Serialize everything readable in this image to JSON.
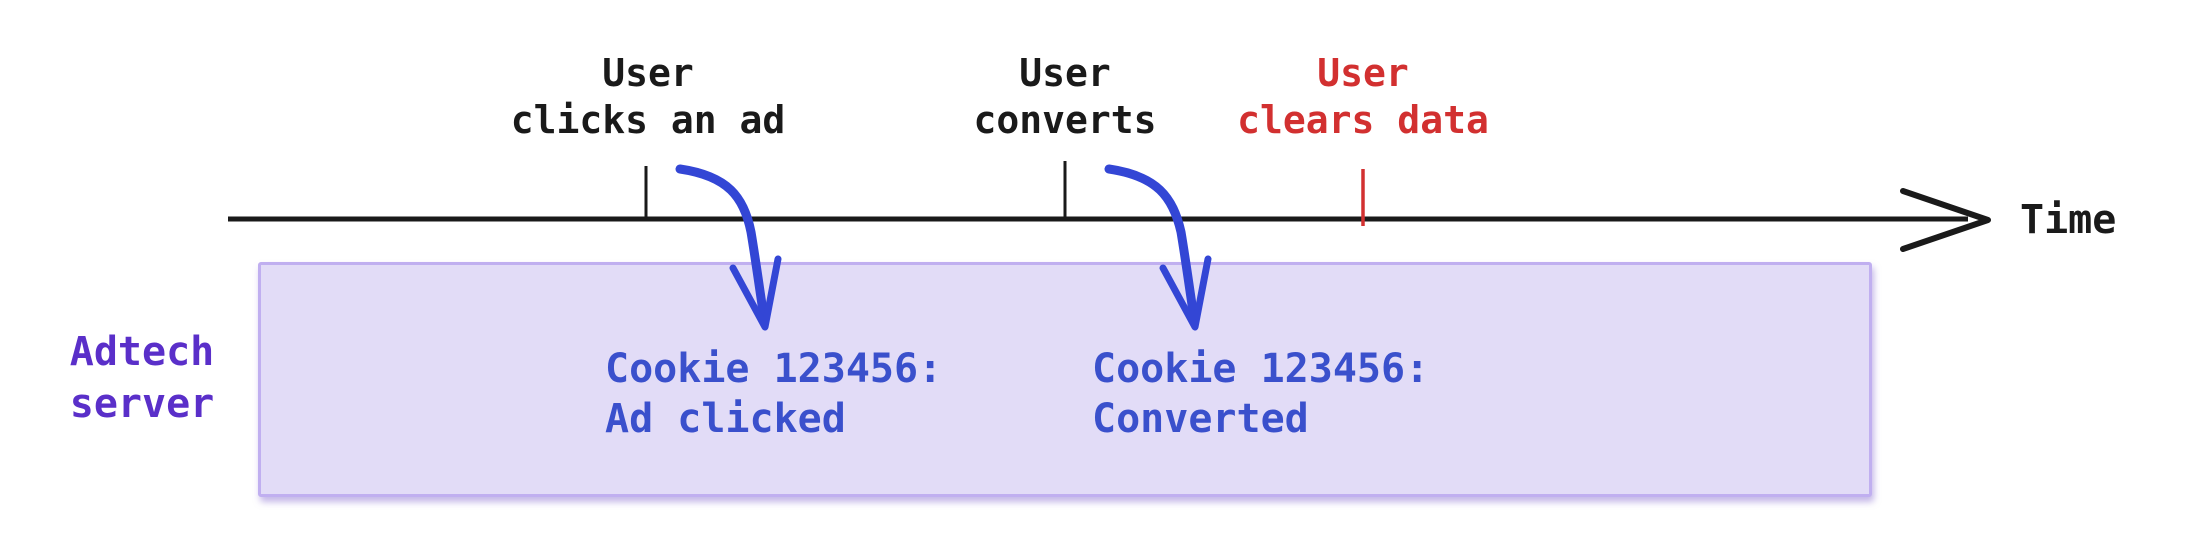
{
  "colors": {
    "black": "#1a1a1a",
    "red": "#d23030",
    "purple": "#5a2fc9",
    "blue-text": "#3a50cc",
    "blue-arrow": "#3346d5",
    "box-fill": "#e2dcf7",
    "box-border": "#c0aff0",
    "bg": "#ffffff"
  },
  "timeline": {
    "axis_label": "Time",
    "events": [
      {
        "id": "click",
        "line1": "User",
        "line2": "clicks an ad",
        "color": "black"
      },
      {
        "id": "convert",
        "line1": "User",
        "line2": "converts",
        "color": "black"
      },
      {
        "id": "clear",
        "line1": "User",
        "line2": "clears data",
        "color": "red"
      }
    ]
  },
  "server": {
    "label_line1": "Adtech",
    "label_line2": "server",
    "records": [
      {
        "line1": "Cookie 123456:",
        "line2": "Ad clicked"
      },
      {
        "line1": "Cookie 123456:",
        "line2": "Converted"
      }
    ]
  }
}
